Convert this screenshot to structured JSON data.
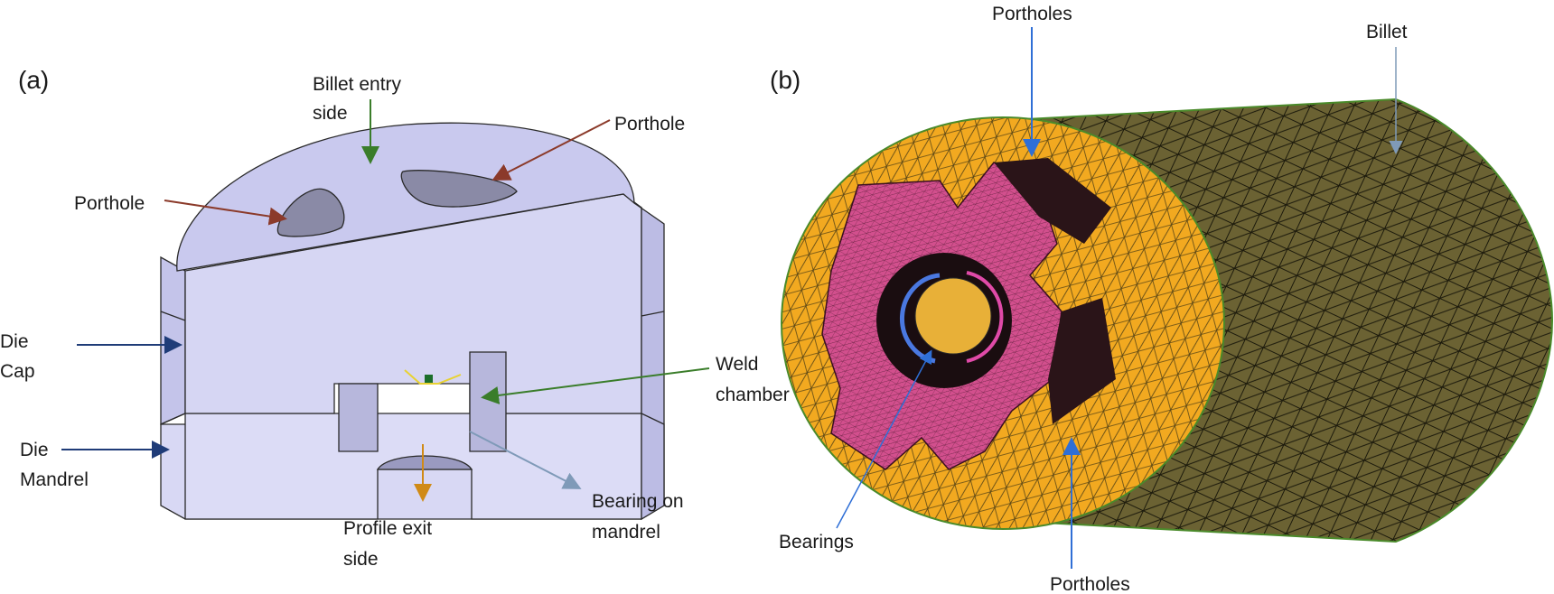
{
  "panels": {
    "a": {
      "tag": "(a)",
      "labels": {
        "billet_entry_1": "Billet entry",
        "billet_entry_2": "side",
        "porthole_right": "Porthole",
        "porthole_left": "Porthole",
        "die_cap_1": "Die",
        "die_cap_2": "Cap",
        "die_mandrel_1": "Die",
        "die_mandrel_2": "Mandrel",
        "weld_1": "Weld",
        "weld_2": "chamber",
        "bearing_1": "Bearing on",
        "bearing_2": "mandrel",
        "profile_1": "Profile exit",
        "profile_2": "side"
      }
    },
    "b": {
      "tag": "(b)",
      "labels": {
        "portholes_top": "Portholes",
        "billet": "Billet",
        "bearings": "Bearings",
        "portholes_bottom": "Portholes"
      }
    }
  },
  "colors": {
    "die_top": "#c9c9ee",
    "die_side": "#d8d8f4",
    "die_edge": "#2a2a2a",
    "billet_mesh": "#6b6233",
    "billet_face": "#f2a920",
    "die_face_mesh": "#d24f8d",
    "arrow_brown": "#8b3a2a",
    "arrow_green": "#3a7d2a",
    "arrow_navy": "#1f3c78",
    "arrow_gold": "#d08a16",
    "arrow_slate": "#7f9ab8",
    "arrow_blue": "#2f6fd6"
  }
}
